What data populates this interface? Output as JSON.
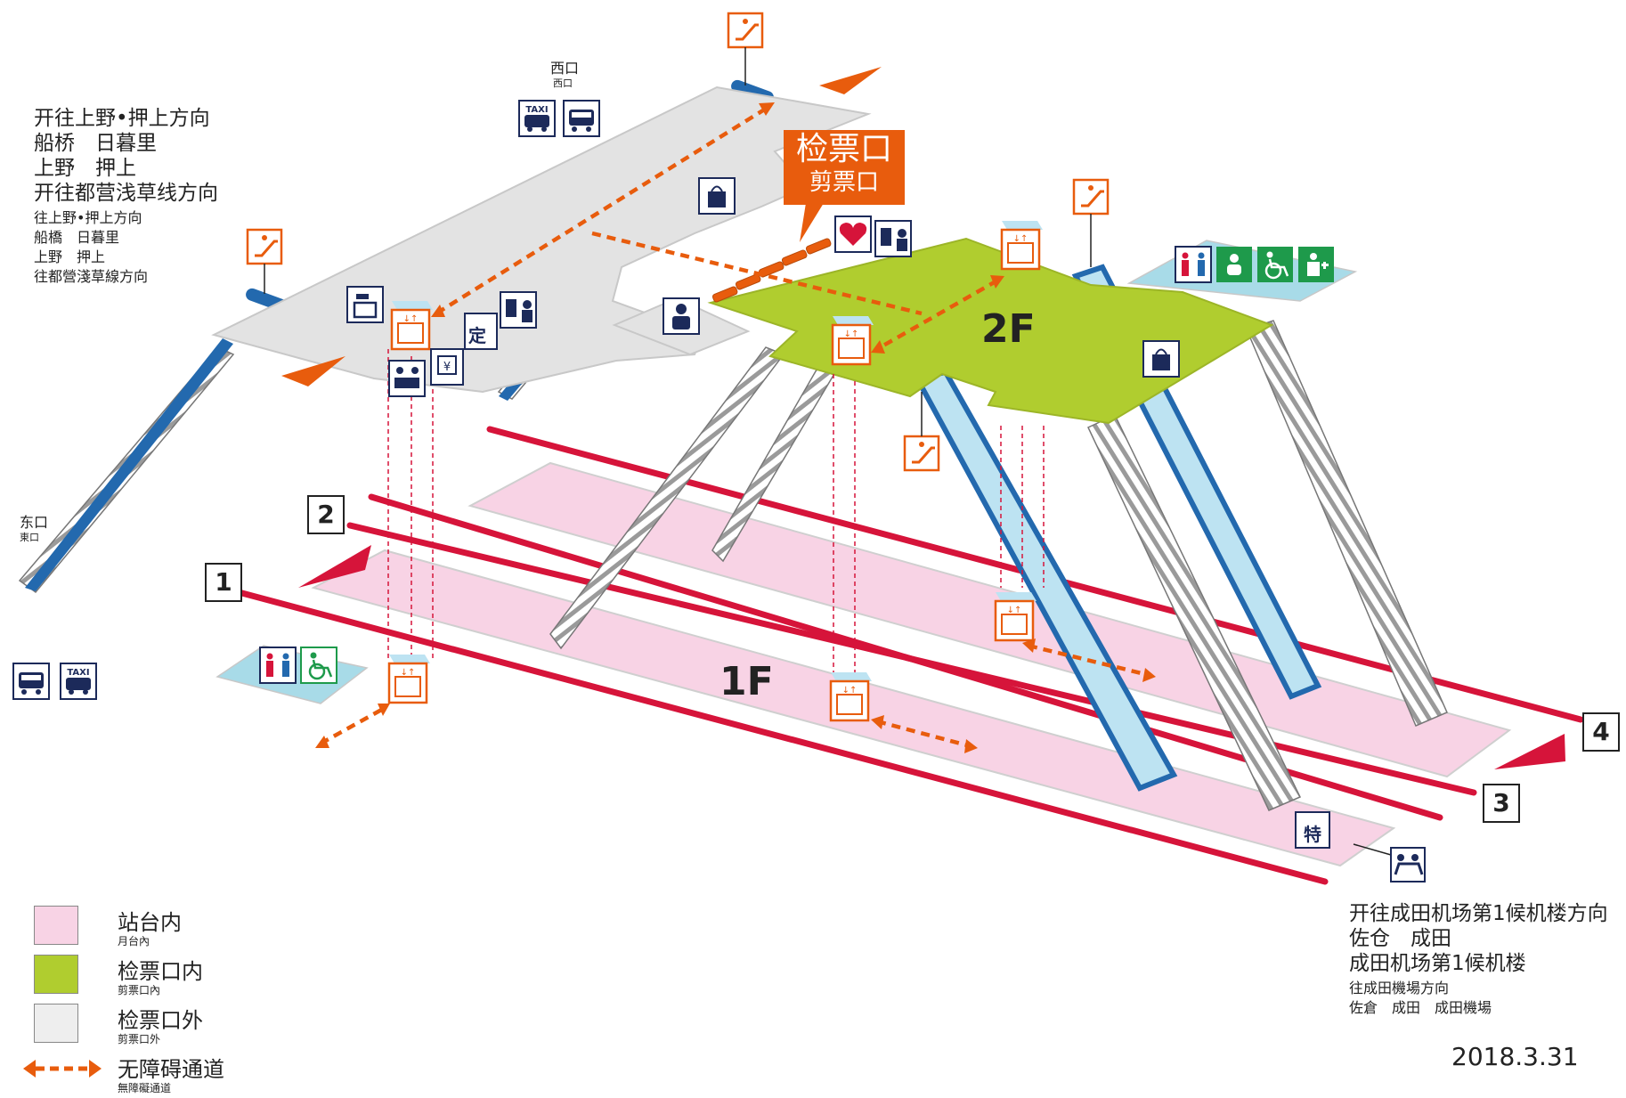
{
  "direction_west": {
    "cn_line1": "开往上野•押上方向",
    "cn_line2": "船桥　日暮里",
    "cn_line3": "上野　押上",
    "cn_line4": "开往都营浅草线方向",
    "jp_line1": "往上野•押上方向",
    "jp_line2": "船橋　日暮里",
    "jp_line3": "上野　押上",
    "jp_line4": "往都營淺草線方向"
  },
  "direction_east": {
    "cn_line1": "开往成田机场第1候机楼方向",
    "cn_line2": "佐仓　成田",
    "cn_line3": "成田机场第1候机楼",
    "jp_line1": "往成田機場方向",
    "jp_line2": "佐倉　成田　成田機場"
  },
  "exits": {
    "west_cn": "西口",
    "west_jp": "西口",
    "east_cn": "东口",
    "east_jp": "東口"
  },
  "ticket_gate": {
    "cn": "检票口",
    "jp": "剪票口"
  },
  "floors": {
    "upper": "2F",
    "lower": "1F"
  },
  "tracks": [
    "1",
    "2",
    "3",
    "4"
  ],
  "taxi_label": "TAXI",
  "icon_labels": {
    "commuter_pass": "定",
    "limited_express": "特",
    "yen": "¥"
  },
  "legend": [
    {
      "cn": "站台内",
      "jp": "月台內",
      "color": "#f8d3e5"
    },
    {
      "cn": "检票口内",
      "jp": "剪票口內",
      "color": "#b0cd2f"
    },
    {
      "cn": "检票口外",
      "jp": "剪票口外",
      "color": "#eeeeee"
    },
    {
      "cn": "无障碍通道",
      "jp": "無障礙通道",
      "color": "#e85c0d"
    }
  ],
  "date": "2018.3.31",
  "colors": {
    "platform": "#f8d3e5",
    "inside_gate": "#b0cd2f",
    "outside_gate": "#e3e3e3",
    "track": "#d6143a",
    "accessible_route": "#e85c0d",
    "escalator": "#2369ae",
    "facility_area": "#a8dbe8",
    "icon_navy": "#1c2a5a",
    "icon_green": "#1e9a4b"
  }
}
